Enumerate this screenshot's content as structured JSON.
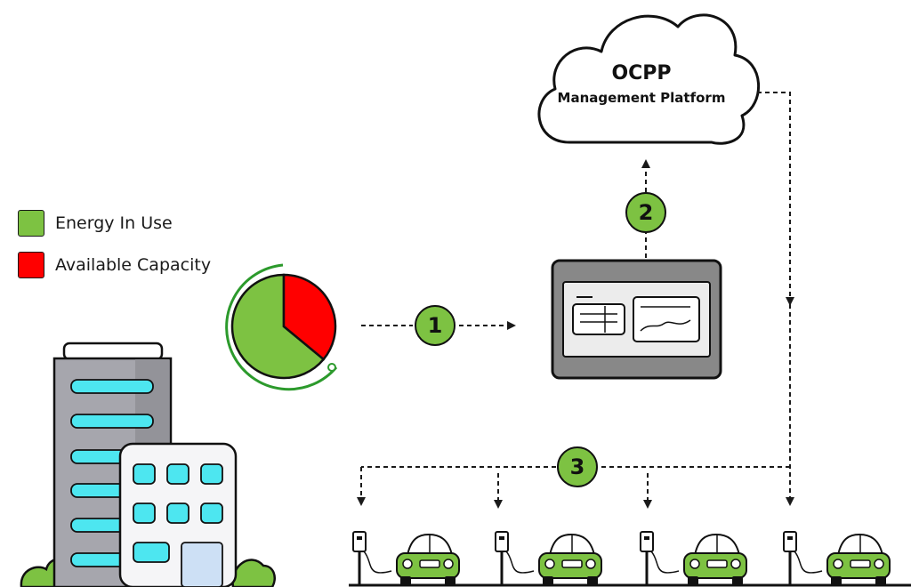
{
  "legend": {
    "items": [
      {
        "label": "Energy In Use",
        "color": "#7dc242"
      },
      {
        "label": "Available Capacity",
        "color": "#ff0000"
      }
    ]
  },
  "cloud": {
    "title": "OCPP",
    "subtitle": "Management Platform"
  },
  "steps": [
    "1",
    "2",
    "3"
  ],
  "pie": {
    "segments": [
      {
        "name": "Energy In Use",
        "fraction": 0.64,
        "color": "#7dc242"
      },
      {
        "name": "Available Capacity",
        "fraction": 0.36,
        "color": "#ff0000"
      }
    ]
  },
  "colors": {
    "green": "#7dc242",
    "red": "#ff0000",
    "cyan": "#4de6f0",
    "tower": "#a6a6ad",
    "outline": "#111111"
  }
}
